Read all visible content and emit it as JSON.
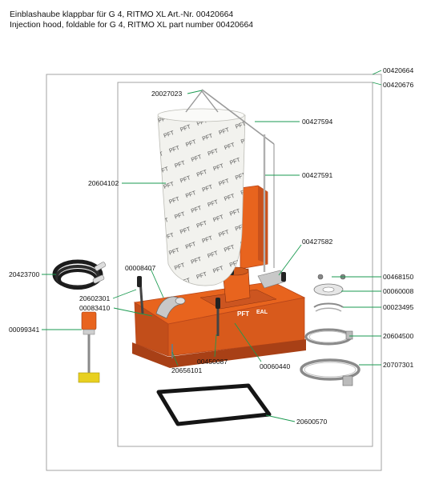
{
  "title_de": "Einblashaube klappbar für G 4, RITMO XL Art.-Nr. 00420664",
  "title_en": "Injection hood, foldable for G 4, RITMO XL part number 00420664",
  "machine_brand": "PFT",
  "machine_brand_suffix": "EAL",
  "parts": {
    "p00420664": "00420664",
    "p00420676": "00420676",
    "p20027023": "20027023",
    "p00427594": "00427594",
    "p00427591": "00427591",
    "p20604102": "20604102",
    "p00427582": "00427582",
    "p20423700": "20423700",
    "p00008407": "00008407",
    "p20602301": "20602301",
    "p00083410": "00083410",
    "p00468150": "00468150",
    "p00060008": "00060008",
    "p00023495": "00023495",
    "p00099341": "00099341",
    "p20604500": "20604500",
    "p00450087": "00450087",
    "p00060440": "00060440",
    "p20707301": "20707301",
    "p20656101": "20656101",
    "p20600570": "20600570"
  },
  "colors": {
    "machine_orange": "#e8641e",
    "machine_dark": "#b8461a",
    "leader_green": "#1a9a50",
    "frame_gray": "#9a9a9a",
    "hood_fabric": "#f2f2ee",
    "cable_black": "#1c1c1c",
    "sensor_yellow": "#e8d020"
  }
}
